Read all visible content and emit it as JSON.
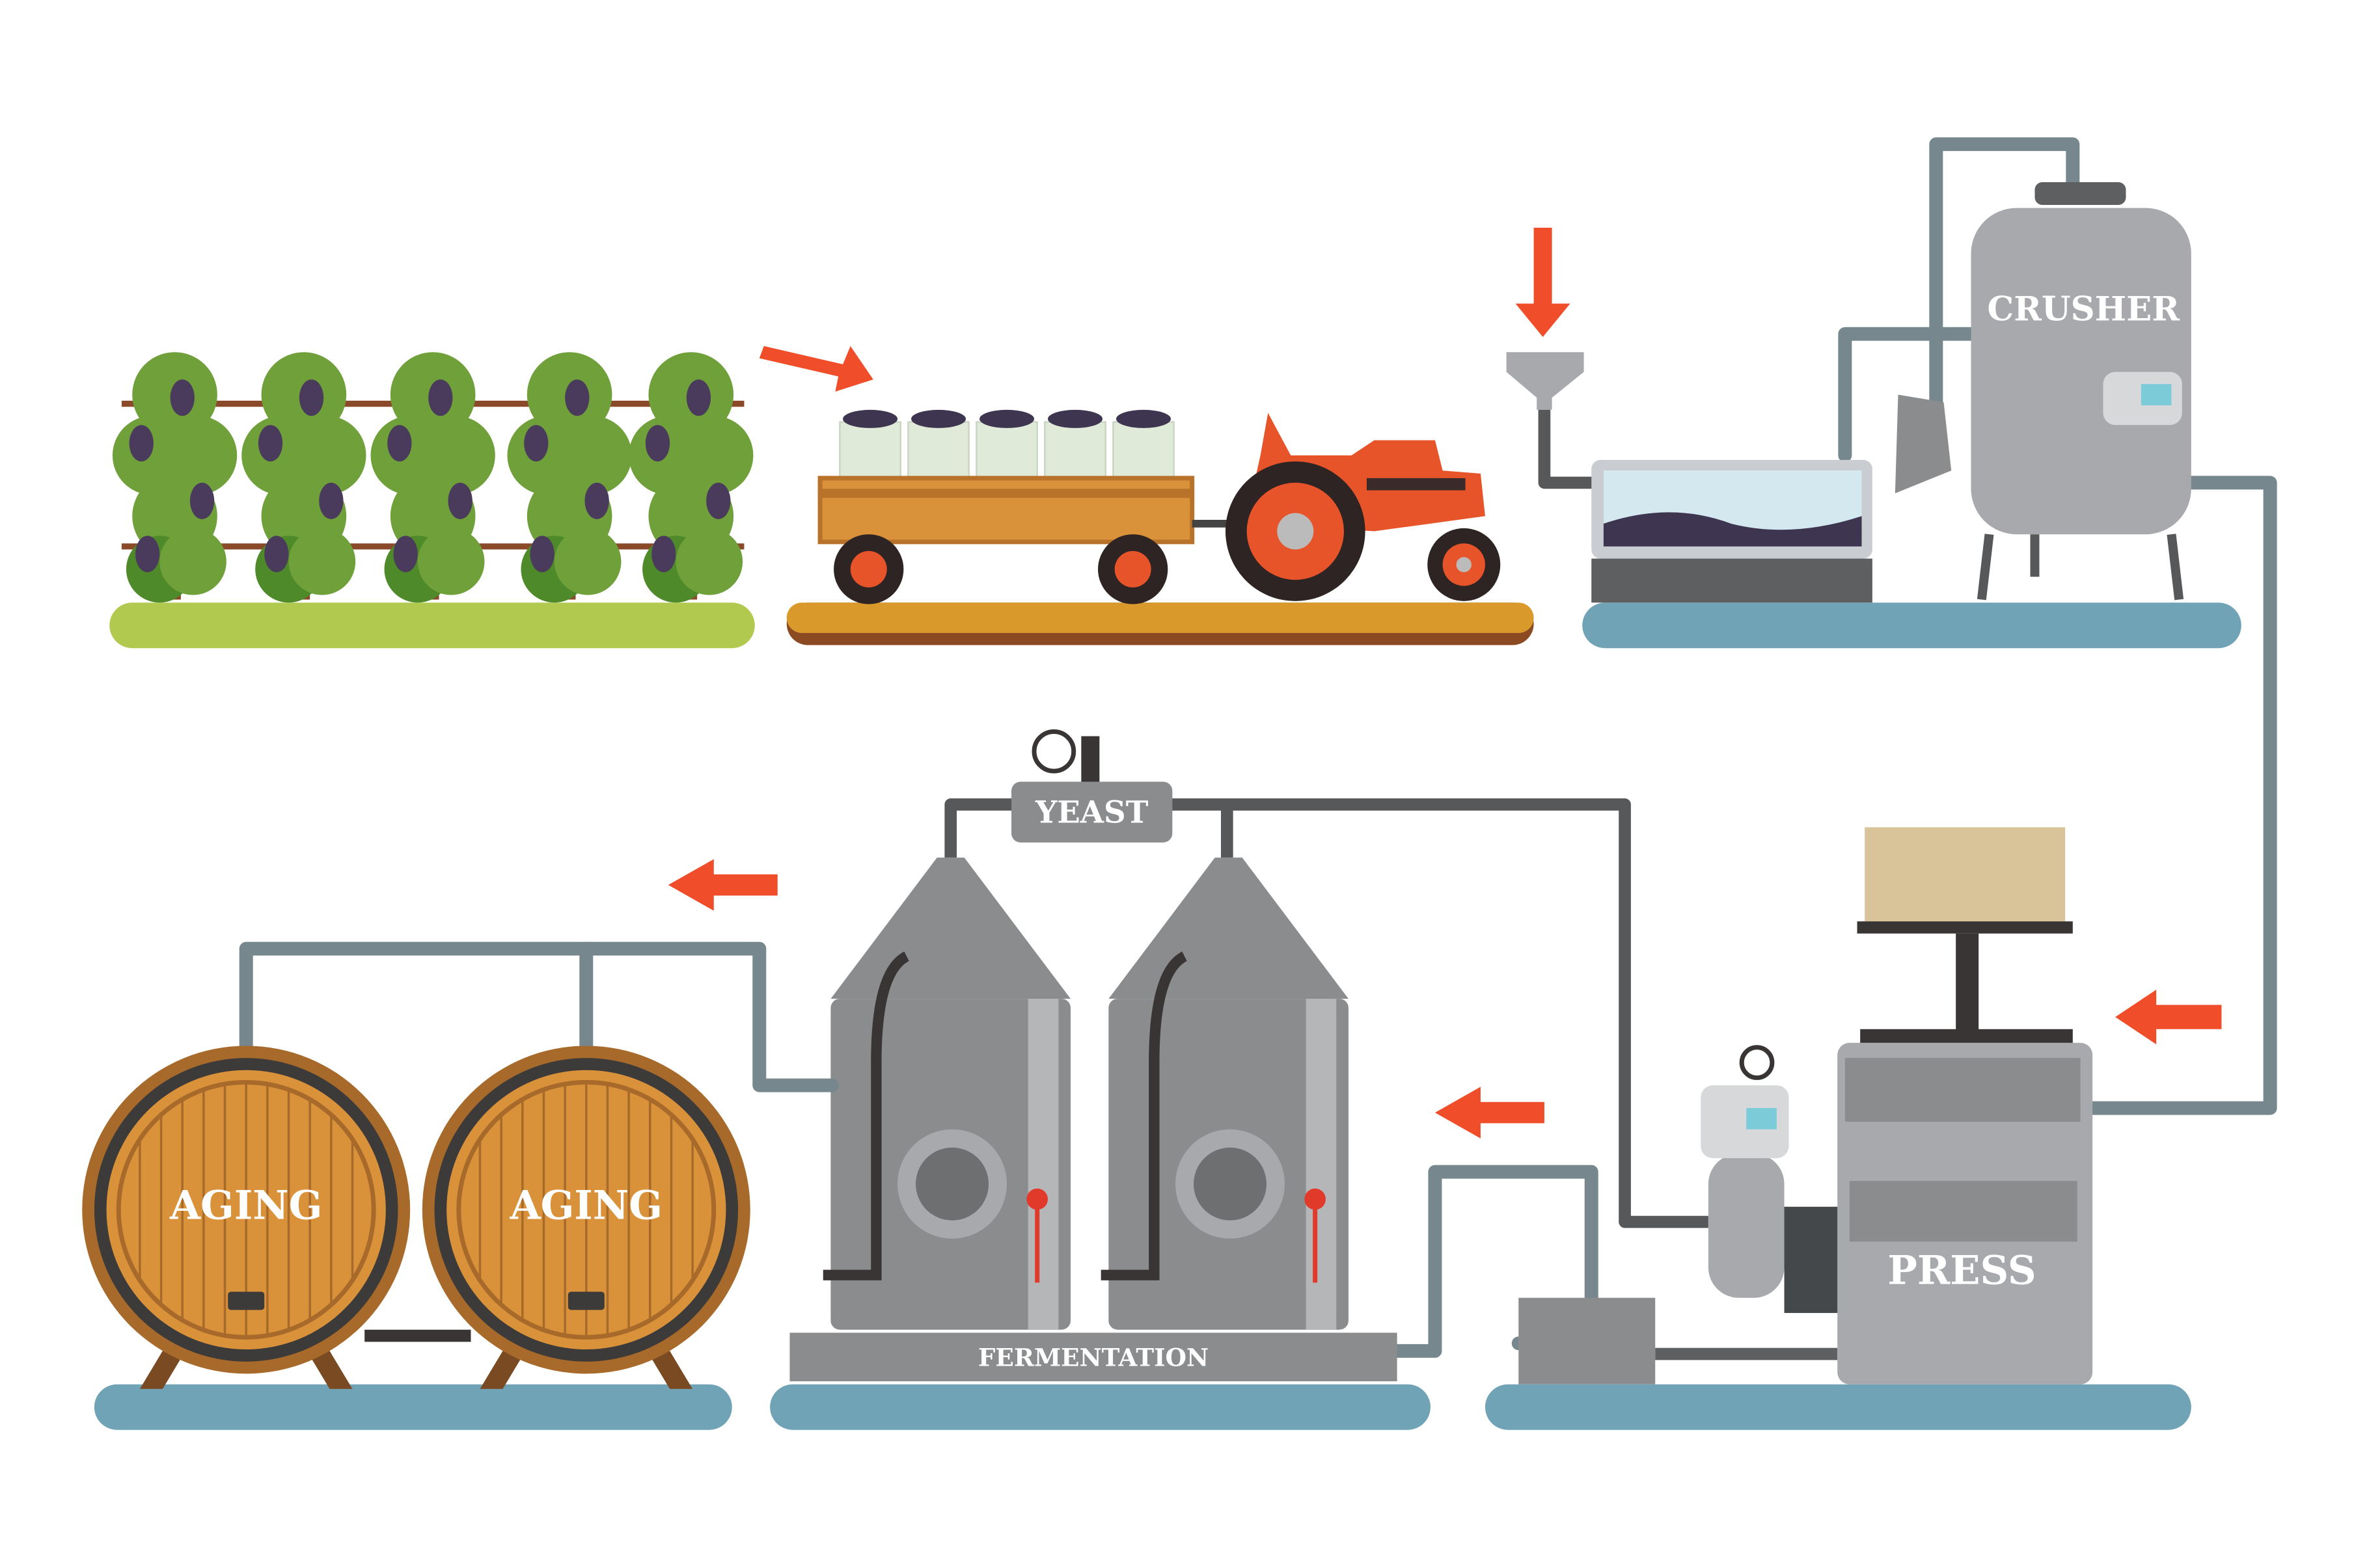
{
  "diagram": {
    "stages": {
      "crusher": "CRUSHER",
      "press": "PRESS",
      "yeast": "YEAST",
      "fermentation": "FERMENTATION",
      "aging_1": "AGING",
      "aging_2": "AGING"
    },
    "colors": {
      "arrow": "#f04e2a",
      "platform": "#6fa3b5",
      "vine_green": "#6fa03a",
      "grape": "#4a3a5c",
      "tractor": "#e8542a",
      "steel": "#a7a9ac",
      "barrel": "#d9923a"
    }
  }
}
